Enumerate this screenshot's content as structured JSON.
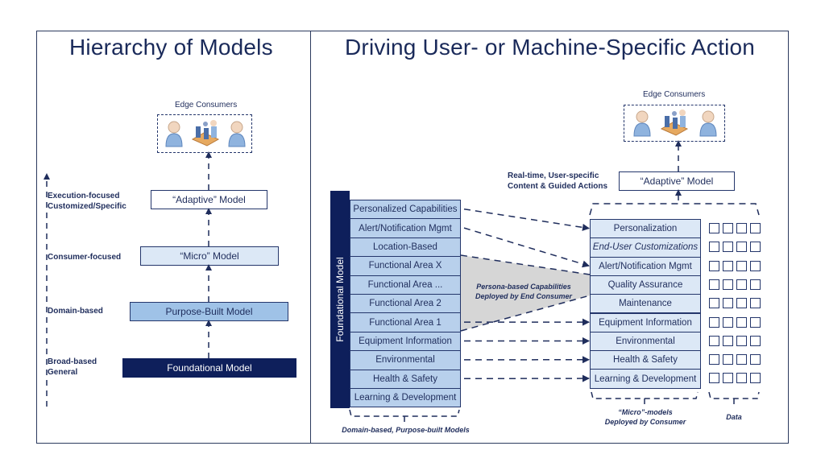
{
  "left": {
    "title": "Hierarchy of Models",
    "edge_consumers_label": "Edge Consumers",
    "levels": [
      {
        "label_lines": [
          "Execution-focused",
          "Customized/Specific"
        ],
        "box": "“Adaptive” Model",
        "fill": "#ffffff",
        "text_color": "#1f2d5c"
      },
      {
        "label_lines": [
          "Consumer-focused"
        ],
        "box": "“Micro” Model",
        "fill": "#dce8f6",
        "text_color": "#1f2d5c"
      },
      {
        "label_lines": [
          "Domain-based"
        ],
        "box": "Purpose-Built Model",
        "fill": "#9fc2e7",
        "text_color": "#1f2d5c"
      },
      {
        "label_lines": [
          "Broad-based",
          "General"
        ],
        "box": "Foundational Model",
        "fill": "#0e1f5b",
        "text_color": "#ffffff"
      }
    ]
  },
  "right": {
    "title": "Driving User- or Machine-Specific Action",
    "edge_consumers_label": "Edge Consumers",
    "adaptive_model": "“Adaptive” Model",
    "realtime_label_lines": [
      "Real-time, User-specific",
      "Content & Guided Actions"
    ],
    "foundational_label": "Foundational Model",
    "domain_stack": [
      "Personalized Capabilities",
      "Alert/Notification Mgmt",
      "Location-Based",
      "Functional Area X",
      "Functional Area ...",
      "Functional Area 2",
      "Functional Area 1",
      "Equipment Information",
      "Environmental",
      "Health & Safety",
      "Learning & Development"
    ],
    "domain_caption": "Domain-based, Purpose-built Models",
    "persona_caption_lines": [
      "Persona-based Capabilities",
      "Deployed by End Consumer"
    ],
    "micro_stack": [
      {
        "label": "Personalization",
        "italic": false
      },
      {
        "label": "End-User Customizations",
        "italic": true
      },
      {
        "label": "Alert/Notification Mgmt",
        "italic": false
      },
      {
        "label": "Quality Assurance",
        "italic": false
      },
      {
        "label": "Maintenance",
        "italic": false
      },
      {
        "label": "Equipment Information",
        "italic": false
      },
      {
        "label": "Environmental",
        "italic": false
      },
      {
        "label": "Health & Safety",
        "italic": false
      },
      {
        "label": "Learning & Development",
        "italic": false
      }
    ],
    "micro_caption_lines": [
      "“Micro”-models",
      "Deployed by Consumer"
    ],
    "data_caption": "Data",
    "data_squares_per_row": 4,
    "connections": [
      {
        "from": "Personalized Capabilities",
        "to": "Personalization"
      },
      {
        "from": "Alert/Notification Mgmt",
        "to": "Alert/Notification Mgmt"
      },
      {
        "from": "Functional Area 1",
        "to": "Equipment Information"
      },
      {
        "from": "Equipment Information",
        "to": "Environmental"
      },
      {
        "from": "Environmental",
        "to": "Health & Safety"
      },
      {
        "from": "Health & Safety",
        "to": "Learning & Development"
      }
    ]
  },
  "colors": {
    "navy": "#0e1f5b",
    "border": "#24366b",
    "stack_fill": "#b8d0ec",
    "micro_fill": "#dce8f6",
    "persona_region": "#d6d6d6"
  }
}
